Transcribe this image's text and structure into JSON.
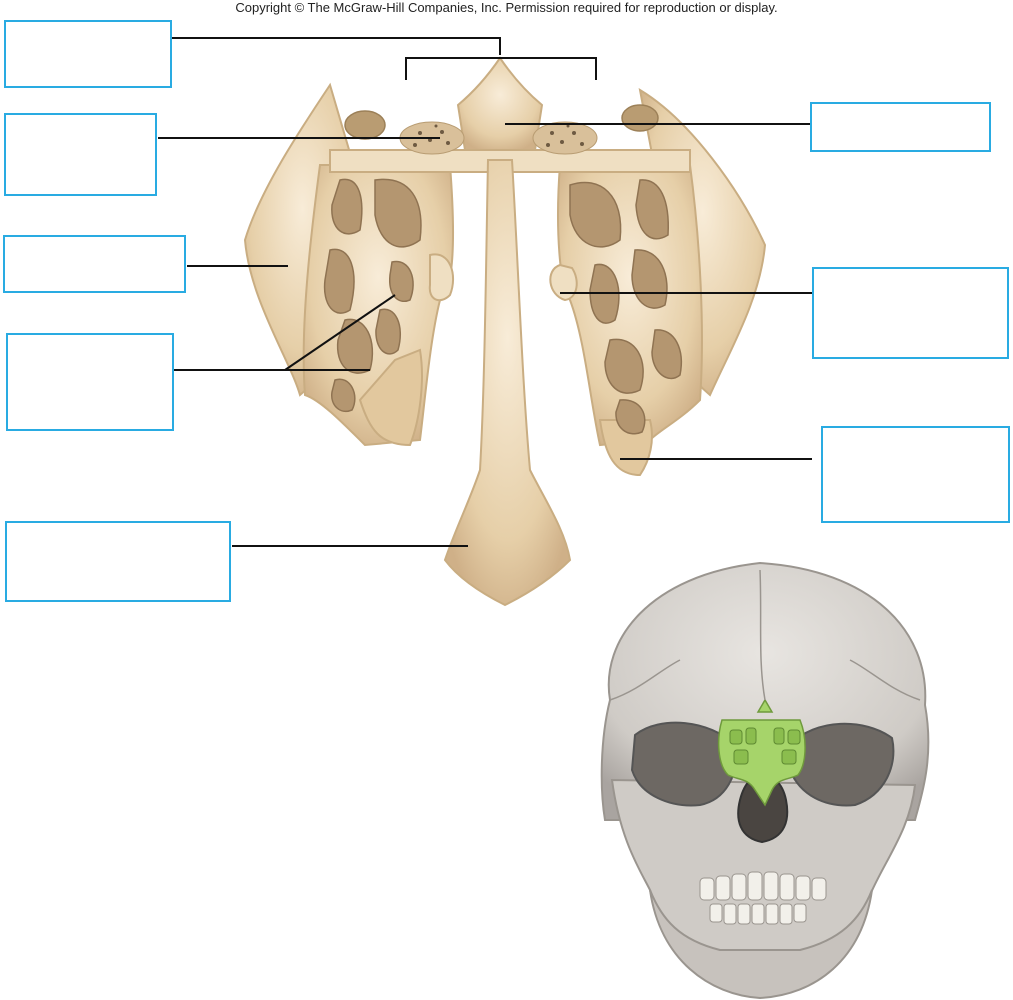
{
  "header": {
    "copyright": "Copyright © The McGraw-Hill Companies, Inc. Permission required for reproduction or display."
  },
  "colors": {
    "label_border": "#29abe2",
    "leader_line": "#111111",
    "bone": "#e6cfa8",
    "bone_shadow": "#c9ad82",
    "bone_highlight": "#f4e6cc",
    "skull": "#cfcbc6",
    "skull_shadow": "#8f8a85",
    "ethmoid_highlight": "#a6d46a"
  },
  "labels": [
    {
      "id": "box-top-left",
      "text": ""
    },
    {
      "id": "box-upper-left",
      "text": ""
    },
    {
      "id": "box-mid-left",
      "text": ""
    },
    {
      "id": "box-lower-left",
      "text": ""
    },
    {
      "id": "box-bottom-left",
      "text": ""
    },
    {
      "id": "box-top-right",
      "text": ""
    },
    {
      "id": "box-mid-right",
      "text": ""
    },
    {
      "id": "box-lower-right",
      "text": ""
    }
  ]
}
